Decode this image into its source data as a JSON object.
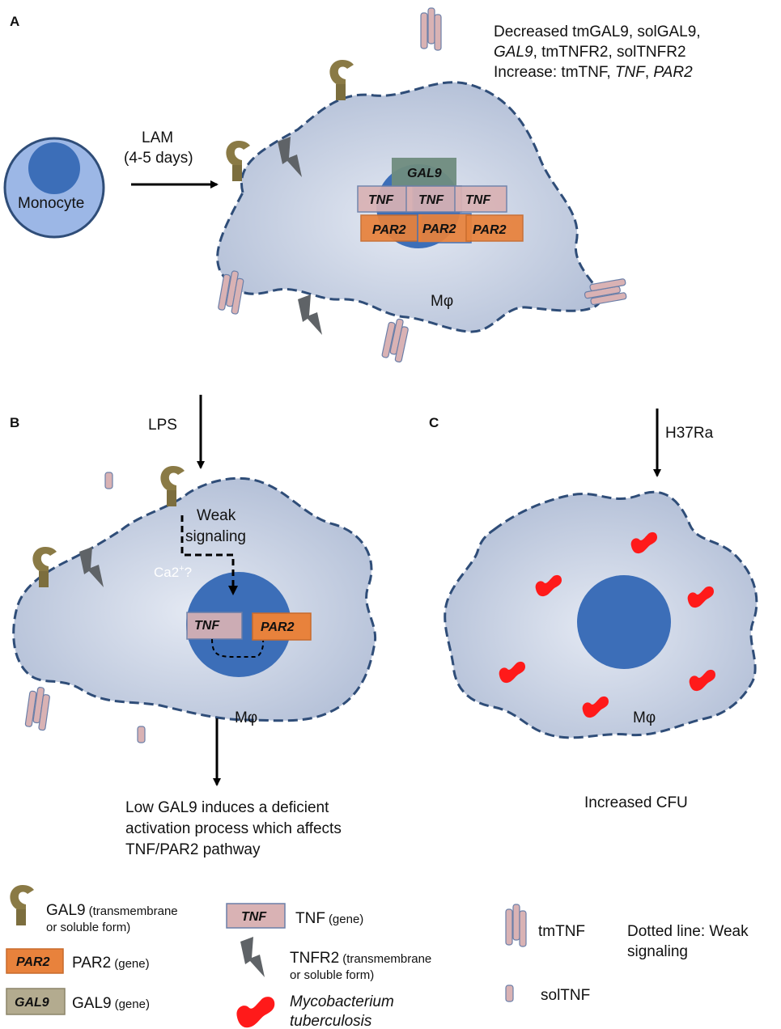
{
  "panels": {
    "a": "A",
    "b": "B",
    "c": "C"
  },
  "panel_a": {
    "cell_label": "Monocyte",
    "stimulus": "LAM",
    "stimulus_duration": "(4-5 days)",
    "macrophage_label": "Mφ",
    "nucleus_genes": {
      "gal9": "GAL9",
      "tnf": "TNF",
      "par2": "PAR2"
    },
    "summary_line1": "Decreased  tmGAL9,  solGAL9,",
    "summary_line2_gal9": "GAL9",
    "summary_line2_rest": ", tmTNFR2, solTNFR2",
    "summary_line3_prefix": "Increase: tmTNF, ",
    "summary_line3_tnf": "TNF",
    "summary_line3_sep": ", ",
    "summary_line3_par2": "PAR2"
  },
  "panel_b": {
    "stimulus": "LPS",
    "weak_line1": "Weak",
    "weak_line2": "signaling",
    "calcium": "Ca2",
    "calcium_sup": "+",
    "calcium_q": "?",
    "nucleus_genes": {
      "tnf": "TNF",
      "par2": "PAR2"
    },
    "macrophage_label": "Mφ",
    "outcome_line1": "Low GAL9 induces a deficient",
    "outcome_line2": "activation process which affects",
    "outcome_line3": "TNF/PAR2 pathway"
  },
  "panel_c": {
    "stimulus": "H37Ra",
    "macrophage_label": "Mφ",
    "outcome": "Increased CFU"
  },
  "legend": {
    "gal9_label": "GAL9",
    "gal9_note1": "(transmembrane",
    "gal9_note2": "or soluble form)",
    "par2_box": "PAR2",
    "par2_label": "PAR2",
    "par2_note": "(gene)",
    "gal9gene_box": "GAL9",
    "gal9gene_label": "GAL9",
    "gal9gene_note": "(gene)",
    "tnf_box": "TNF",
    "tnf_label": "TNF",
    "tnf_note": "(gene)",
    "tnfr2_label": "TNFR2",
    "tnfr2_note1": "(transmembrane",
    "tnfr2_note2": "or soluble form)",
    "mtb_line1": "Mycobacterium",
    "mtb_line2": "tuberculosis",
    "tmtnf_label": "tmTNF",
    "soltnf_label": "solTNF",
    "dotted_line1": "Dotted line: Weak",
    "dotted_line2": "signaling"
  },
  "colors": {
    "cytoplasm": "#c3cde0",
    "membrane": "#2f4d78",
    "nucleus": "#4a78c0",
    "monocyte": "#9cb7e6",
    "tnf_box": "#d9b2b4",
    "par2_box": "#e8823c",
    "gal9_box": "#6f8c7e",
    "gal9_protein": "#8a7a45",
    "tnfr2": "#5f6367",
    "mtb": "#ff1a1a"
  }
}
